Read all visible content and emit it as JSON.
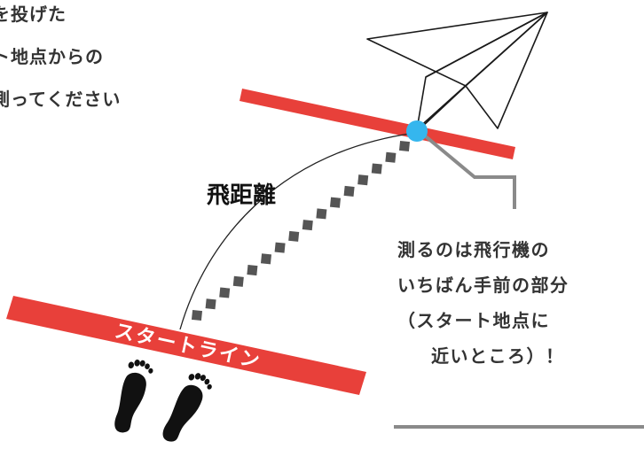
{
  "instructions": {
    "line1": "機を投げた",
    "line2": "ート地点からの",
    "line3": "を測ってください"
  },
  "distance_label": "飛距離",
  "start_line_label": "スタートライン",
  "note": {
    "line1": "測るのは飛行機の",
    "line2": "いちばん手前の部分",
    "line3": "（スタート地点に",
    "line4": "近いところ）！"
  },
  "colors": {
    "start_line": "#e8403a",
    "landing_line": "#e8403a",
    "measure_point": "#35b6ee",
    "dotted_path": "#555555",
    "leader_line": "#8a8a8a",
    "text": "#333333"
  },
  "icons": {
    "plane": "paper-airplane-icon",
    "feet": "footprints-icon"
  }
}
